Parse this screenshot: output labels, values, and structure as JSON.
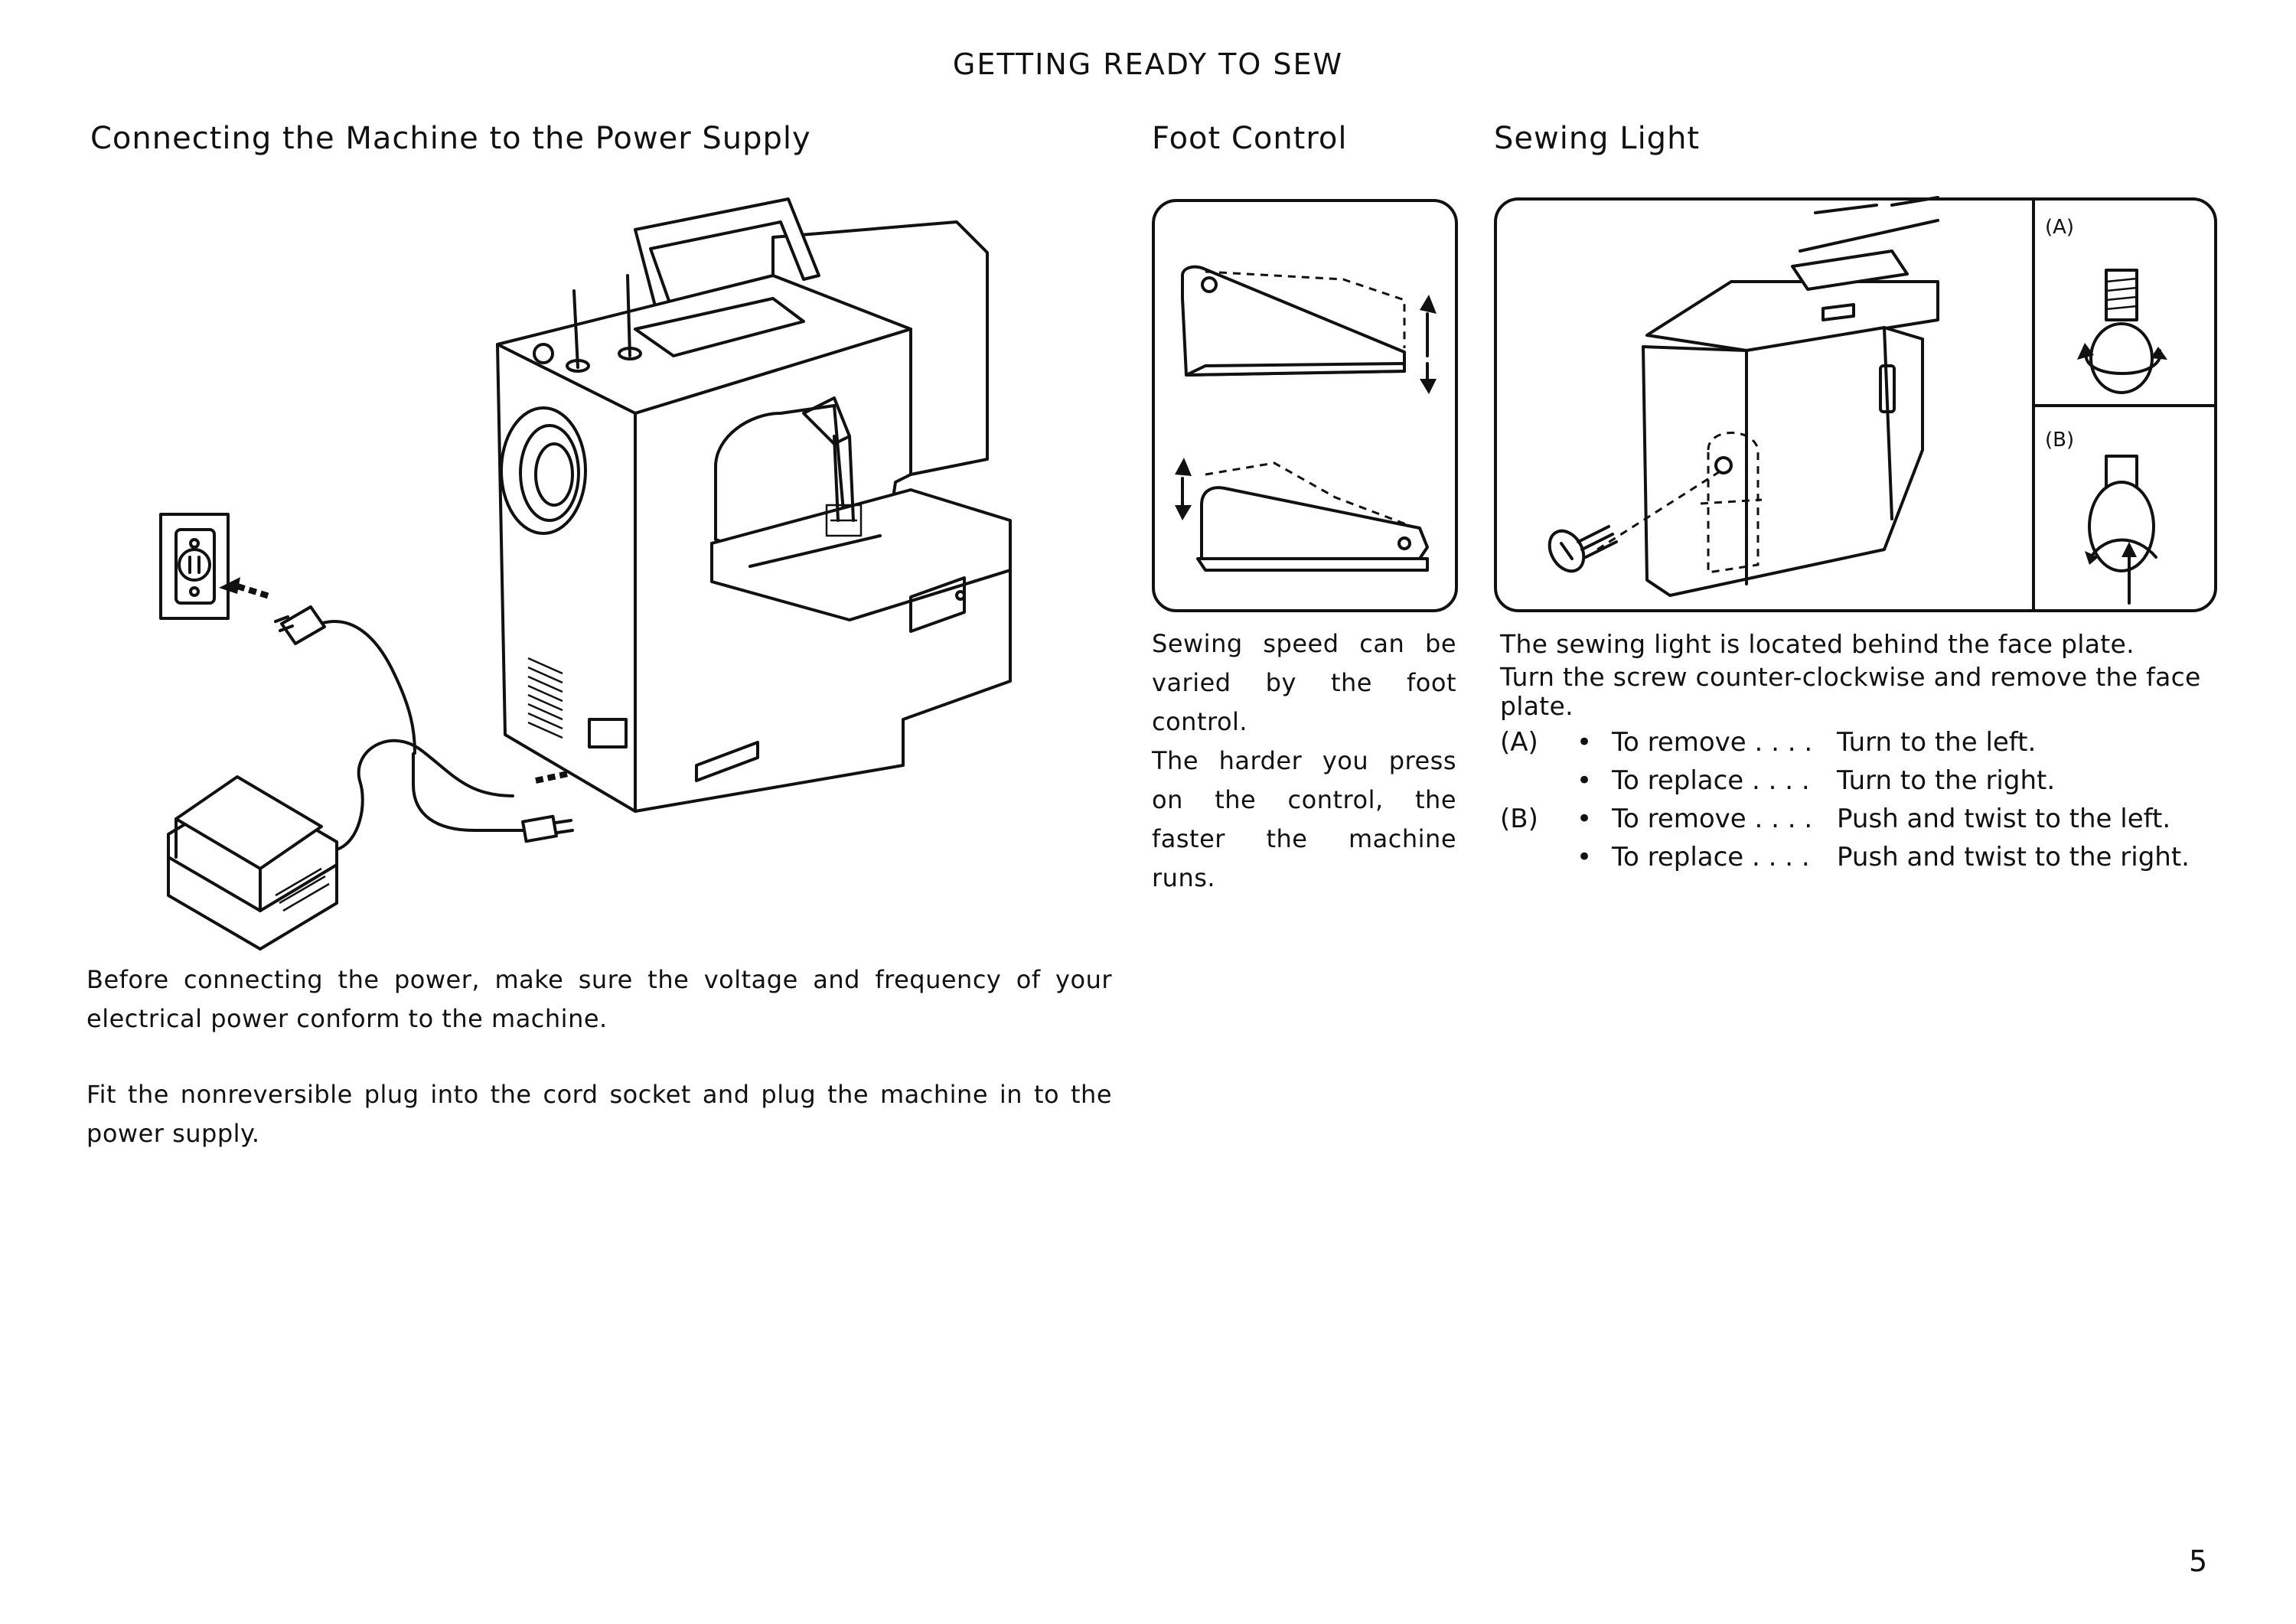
{
  "page": {
    "title": "GETTING READY TO SEW",
    "page_number": "5"
  },
  "power": {
    "heading": "Connecting the Machine to the Power Supply",
    "para1": "Before connecting the power, make sure the voltage and frequency of your electrical power conform to the machine.",
    "para2": "Fit the nonreversible plug into the cord socket and plug the machine in to the power supply."
  },
  "foot": {
    "heading": "Foot Control",
    "para1": "Sewing speed can be varied by the foot control.",
    "para2": "The harder you press on the control, the faster the machine runs."
  },
  "light": {
    "heading": "Sewing Light",
    "line1": "The sewing light is located behind the face plate.",
    "line2": "Turn the screw counter-clockwise and remove the face plate.",
    "label_a": "(A)",
    "label_b": "(B)",
    "rows": [
      {
        "tag": "(A)",
        "action": "To remove . . . .",
        "instruction": "Turn to the left."
      },
      {
        "tag": "",
        "action": "To replace . . . .",
        "instruction": "Turn to the right."
      },
      {
        "tag": "(B)",
        "action": "To remove . . . .",
        "instruction": "Push and twist to the left."
      },
      {
        "tag": "",
        "action": "To replace . . . .",
        "instruction": "Push and twist to the right."
      }
    ]
  }
}
